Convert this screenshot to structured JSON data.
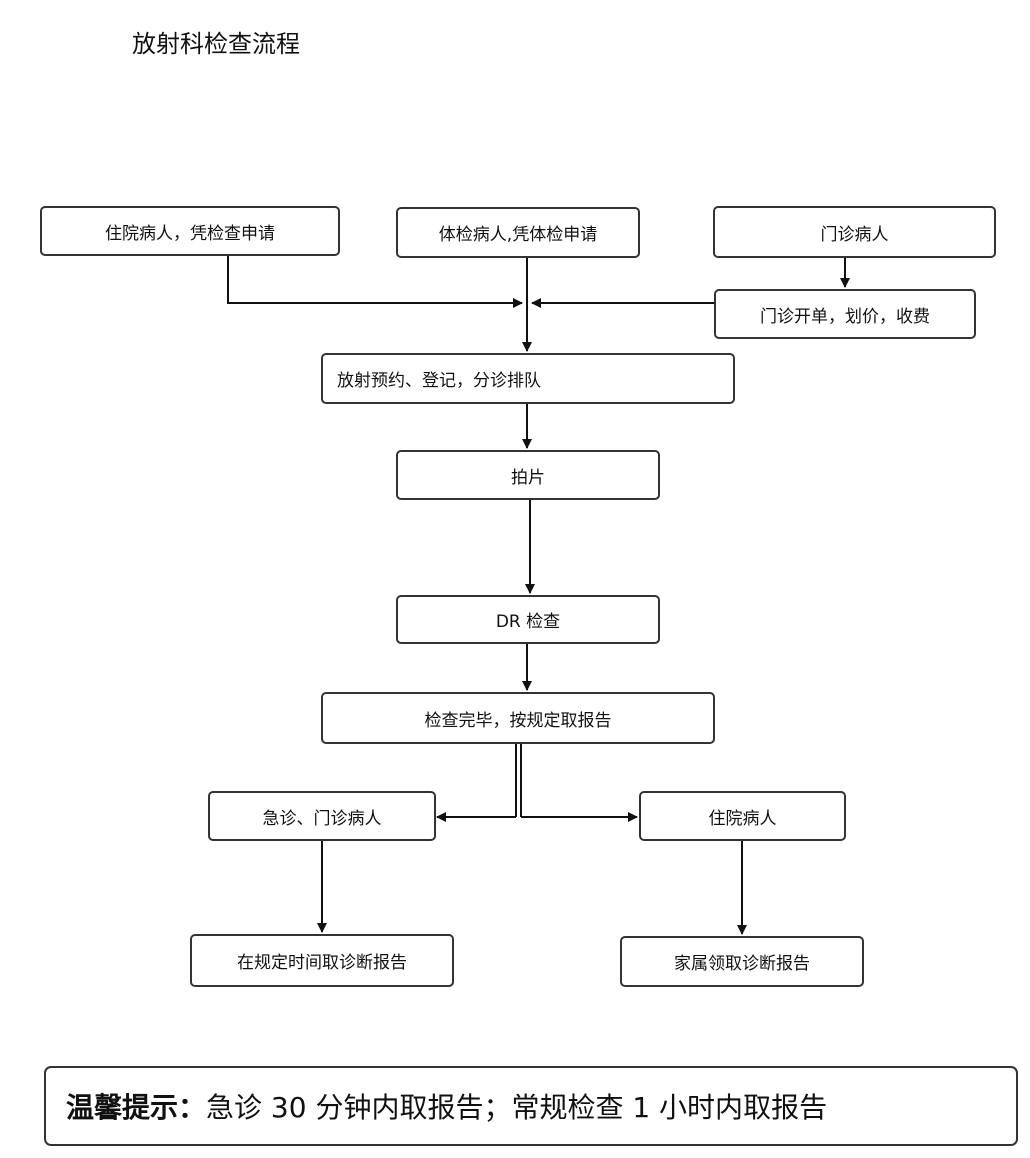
{
  "title": "放射科检查流程",
  "nodes": {
    "inpatient_request": "住院病人，凭检查申请",
    "checkup_request": "体检病人,凭体检申请",
    "outpatient": "门诊病人",
    "outpatient_billing": "门诊开单，划价，收费",
    "appointment": "放射预约、登记，分诊排队",
    "filming": "拍片",
    "dr_exam": "DR 检查",
    "exam_complete": "检查完毕，按规定取报告",
    "emergency_outpatient": "急诊、门诊病人",
    "inpatient": "住院病人",
    "report_scheduled": "在规定时间取诊断报告",
    "family_report": "家属领取诊断报告"
  },
  "tip": {
    "label": "温馨提示：",
    "text": "急诊 30 分钟内取报告；常规检查 1 小时内取报告"
  }
}
